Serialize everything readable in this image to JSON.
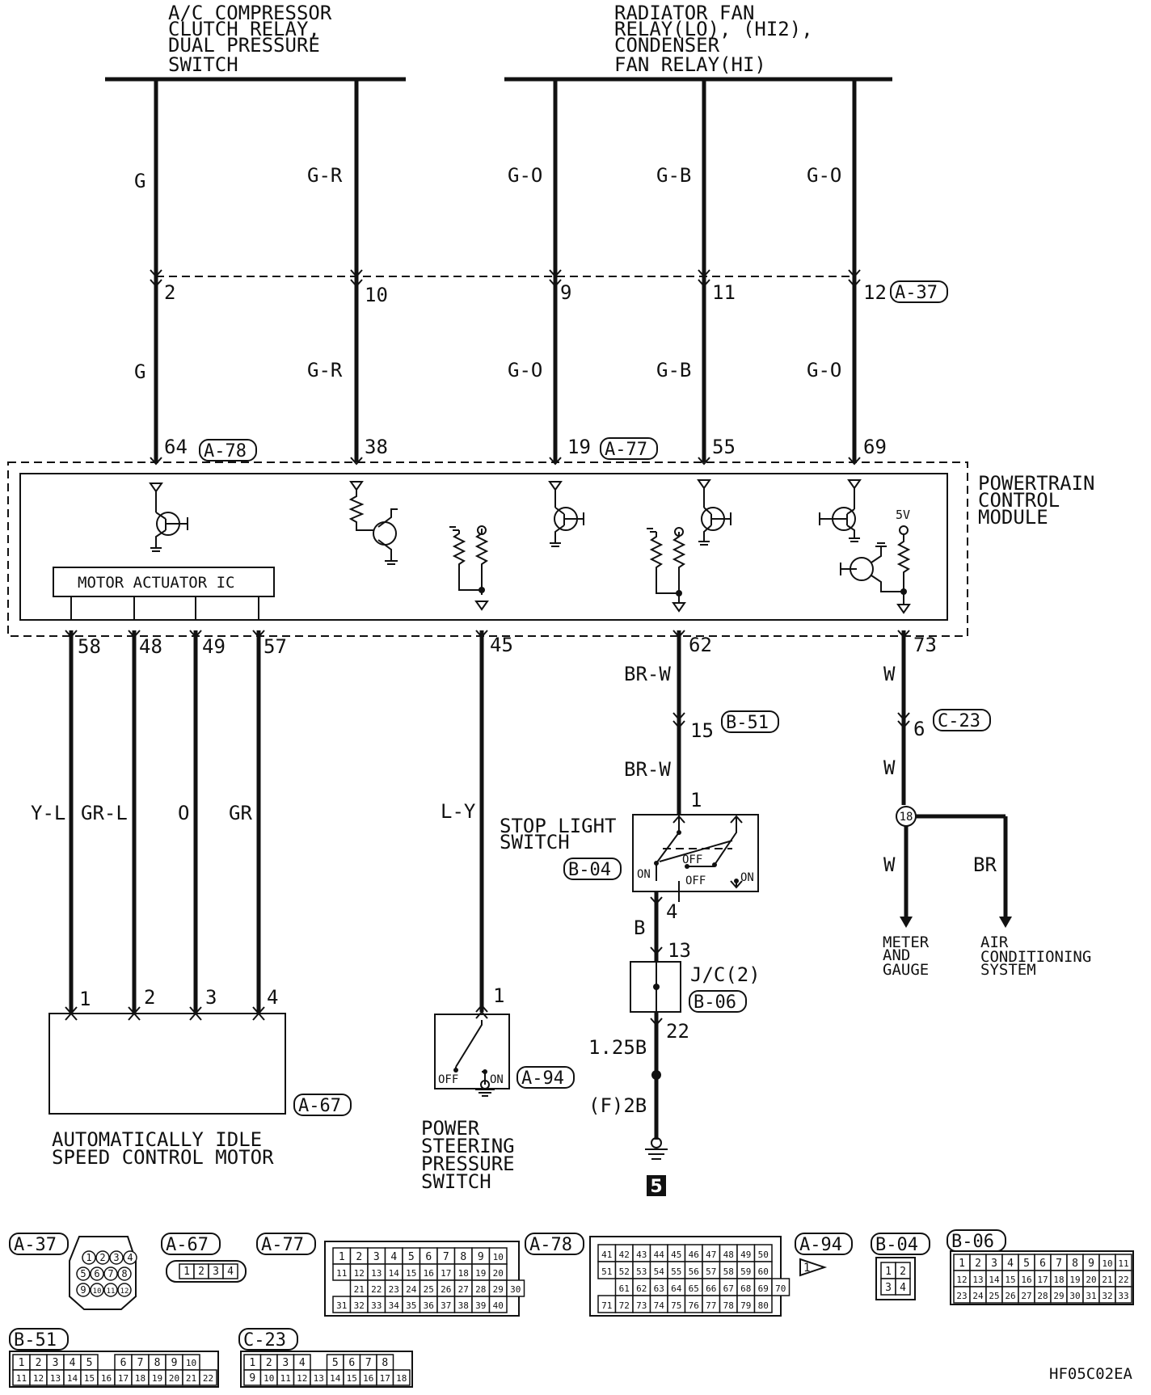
{
  "header": {
    "ac_compressor": [
      "A/C COMPRESSOR",
      "CLUTCH RELAY,",
      "DUAL PRESSURE",
      "SWITCH"
    ],
    "radiator_fan": [
      "RADIATOR FAN",
      "RELAY(LO), (HI2),",
      "CONDENSER",
      "FAN RELAY(HI)"
    ]
  },
  "wires_top": {
    "w1": {
      "color_upper": "G",
      "pin_joint": "2",
      "color_lower": "G",
      "pin_pcm": "64"
    },
    "w2": {
      "color_upper": "G-R",
      "pin_joint": "10",
      "color_lower": "G-R",
      "pin_pcm": "38"
    },
    "w3": {
      "color_upper": "G-O",
      "pin_joint": "9",
      "color_lower": "G-O",
      "pin_pcm": "19"
    },
    "w4": {
      "color_upper": "G-B",
      "pin_joint": "11",
      "color_lower": "G-B",
      "pin_pcm": "55"
    },
    "w5": {
      "color_upper": "G-O",
      "pin_joint": "12",
      "color_lower": "G-O",
      "pin_pcm": "69"
    }
  },
  "connector_tags": {
    "joint": "A-37",
    "pcm_left": "A-78",
    "pcm_right": "A-77",
    "stop_relay": "B-51",
    "meter": "C-23",
    "stop_switch": "B-04",
    "jc": "B-06",
    "idle_motor": "A-67",
    "ps_switch": "A-94"
  },
  "pcm": {
    "title": [
      "POWERTRAIN",
      "CONTROL",
      "MODULE"
    ],
    "motor_ic": "MOTOR ACTUATOR IC",
    "five_v": "5V"
  },
  "wires_bottom": {
    "m1": {
      "pin": "58",
      "color": "Y-L",
      "motor_pin": "1"
    },
    "m2": {
      "pin": "48",
      "color": "GR-L",
      "motor_pin": "2"
    },
    "m3": {
      "pin": "49",
      "color": "O",
      "motor_pin": "3"
    },
    "m4": {
      "pin": "57",
      "color": "GR",
      "motor_pin": "4"
    },
    "ps": {
      "pin": "45",
      "color": "L-Y",
      "switch_pin": "1"
    },
    "stop": {
      "pin": "62",
      "color1": "BR-W",
      "relay_pin": "15",
      "color2": "BR-W",
      "switch_pin": "1",
      "pin_out": "4",
      "color3": "B",
      "jc_in": "13",
      "jc_out": "22",
      "wire_size": "1.25B",
      "ground_wire": "(F)2B",
      "ground_no": "5"
    },
    "meter": {
      "pin": "73",
      "color1": "W",
      "relay_pin": "6",
      "color2": "W",
      "splice": "18",
      "color3": "W",
      "color4": "BR"
    }
  },
  "components": {
    "stop_switch": [
      "STOP LIGHT",
      "SWITCH"
    ],
    "stop_switch_labels": {
      "on_l": "ON",
      "off_l": "OFF",
      "off_r": "OFF",
      "on_r": "ON"
    },
    "jc": "J/C(2)",
    "idle_motor": [
      "AUTOMATICALLY IDLE",
      "SPEED CONTROL MOTOR"
    ],
    "ps_switch": [
      "POWER",
      "STEERING",
      "PRESSURE",
      "SWITCH"
    ],
    "ps_switch_labels": {
      "off": "OFF",
      "on": "ON"
    },
    "meter": [
      "METER",
      "AND",
      "GAUGE"
    ],
    "aircon": [
      "AIR",
      "CONDITIONING",
      "SYSTEM"
    ]
  },
  "connector_legend": {
    "a37": {
      "tag": "A-37",
      "pins": [
        "1",
        "2",
        "3",
        "4",
        "5",
        "6",
        "7",
        "8",
        "9",
        "10",
        "11",
        "12"
      ]
    },
    "a67": {
      "tag": "A-67",
      "pins": [
        "1",
        "2",
        "3",
        "4"
      ]
    },
    "a77": {
      "tag": "A-77",
      "rows": [
        [
          "1",
          "2",
          "3",
          "4",
          "5",
          "6",
          "7",
          "8",
          "9",
          "10"
        ],
        [
          "11",
          "12",
          "13",
          "14",
          "15",
          "16",
          "17",
          "18",
          "19",
          "20"
        ],
        [
          "",
          "21",
          "22",
          "23",
          "24",
          "25",
          "26",
          "27",
          "28",
          "29",
          "30"
        ],
        [
          "31",
          "32",
          "33",
          "34",
          "35",
          "36",
          "37",
          "38",
          "39",
          "40"
        ]
      ]
    },
    "a78": {
      "tag": "A-78",
      "rows": [
        [
          "41",
          "42",
          "43",
          "44",
          "45",
          "46",
          "47",
          "48",
          "49",
          "50"
        ],
        [
          "51",
          "52",
          "53",
          "54",
          "55",
          "56",
          "57",
          "58",
          "59",
          "60"
        ],
        [
          "",
          "61",
          "62",
          "63",
          "64",
          "65",
          "66",
          "67",
          "68",
          "69",
          "70"
        ],
        [
          "71",
          "72",
          "73",
          "74",
          "75",
          "76",
          "77",
          "78",
          "79",
          "80"
        ]
      ]
    },
    "a94": {
      "tag": "A-94",
      "pins": [
        "1"
      ]
    },
    "b04": {
      "tag": "B-04",
      "pins": [
        "1",
        "2",
        "3",
        "4"
      ]
    },
    "b06": {
      "tag": "B-06",
      "rows": [
        [
          "1",
          "2",
          "3",
          "4",
          "5",
          "6",
          "7",
          "8",
          "9",
          "10",
          "11"
        ],
        [
          "12",
          "13",
          "14",
          "15",
          "16",
          "17",
          "18",
          "19",
          "20",
          "21",
          "22"
        ],
        [
          "23",
          "24",
          "25",
          "26",
          "27",
          "28",
          "29",
          "30",
          "31",
          "32",
          "33"
        ]
      ]
    },
    "b51": {
      "tag": "B-51",
      "rows": [
        [
          "1",
          "2",
          "3",
          "4",
          "5",
          "",
          "6",
          "7",
          "8",
          "9",
          "10"
        ],
        [
          "11",
          "12",
          "13",
          "14",
          "15",
          "16",
          "17",
          "18",
          "19",
          "20",
          "21",
          "22"
        ]
      ]
    },
    "c23": {
      "tag": "C-23",
      "rows": [
        [
          "1",
          "2",
          "3",
          "4",
          "",
          "5",
          "6",
          "7",
          "8"
        ],
        [
          "9",
          "10",
          "11",
          "12",
          "13",
          "14",
          "15",
          "16",
          "17",
          "18"
        ]
      ]
    }
  },
  "figure_code": "HF05C02EA"
}
